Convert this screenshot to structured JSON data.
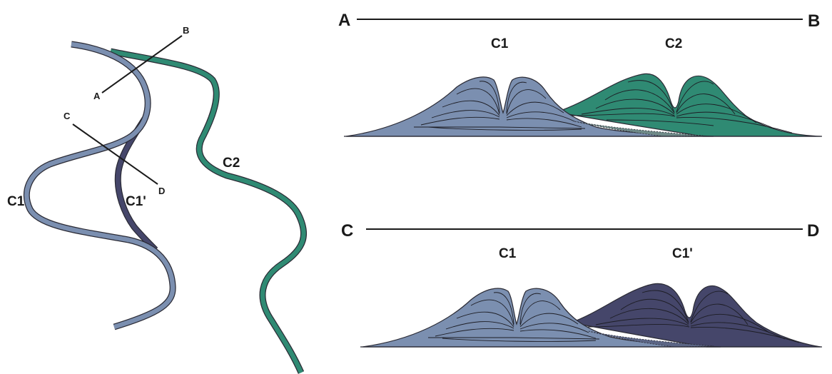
{
  "map_labels": {
    "A": "A",
    "B": "B",
    "C": "C",
    "D": "D",
    "C1": "C1",
    "C1p": "C1'",
    "C2": "C2"
  },
  "section_ab": {
    "left_end": "A",
    "right_end": "B",
    "left_body": "C1",
    "right_body": "C2"
  },
  "section_cd": {
    "left_end": "C",
    "right_end": "D",
    "left_body": "C1",
    "right_body": "C1'"
  },
  "colors": {
    "c1_fill": "#7b8fb0",
    "c2_fill": "#2f8a73",
    "c1p_fill": "#45466a",
    "outline": "#2b2b35"
  }
}
